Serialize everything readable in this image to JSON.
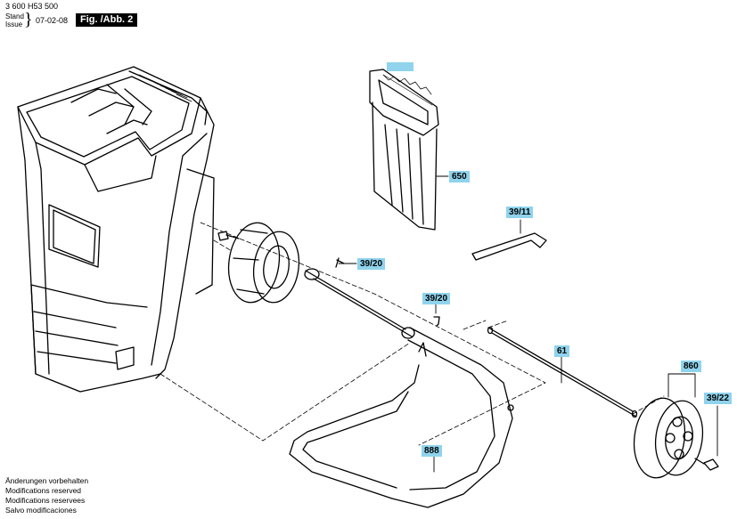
{
  "header": {
    "part_number": "3 600 H53 500",
    "stand_label": "Stand",
    "issue_label": "Issue",
    "date": "07-02-08",
    "figure_label": "Fig. /Abb. 2"
  },
  "footer": {
    "lines": [
      "Änderungen vorbehalten",
      "Modifications reserved",
      "Modifications reservees",
      "Salvo modificaciones"
    ]
  },
  "callouts": {
    "c650": "650",
    "c39_11": "39/11",
    "c39_20_a": "39/20",
    "c39_20_b": "39/20",
    "c61": "61",
    "c860": "860",
    "c39_22": "39/22",
    "c888": "888"
  },
  "colors": {
    "callout_bg": "#8fd3ec",
    "line": "#000000"
  }
}
